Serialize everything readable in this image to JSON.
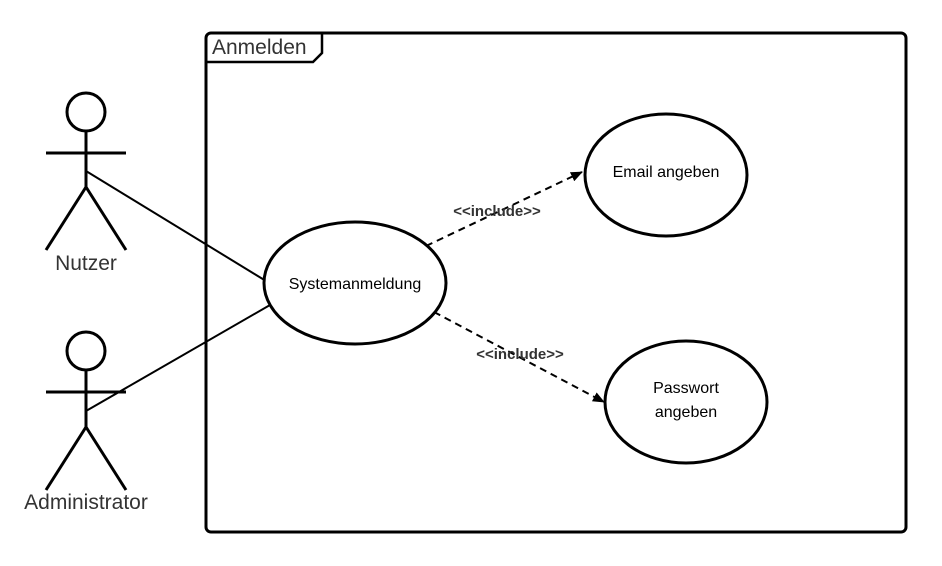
{
  "system": {
    "title": "Anmelden"
  },
  "actors": [
    {
      "label": "Nutzer"
    },
    {
      "label": "Administrator"
    }
  ],
  "use_cases": {
    "login": {
      "label": "Systemanmeldung"
    },
    "email": {
      "label": "Email angeben"
    },
    "password": {
      "line1": "Passwort",
      "line2": "angeben"
    }
  },
  "relations": {
    "include_email": "<<include>>",
    "include_password": "<<include>>"
  },
  "colors": {
    "stroke": "#000000",
    "text": "#333333"
  }
}
